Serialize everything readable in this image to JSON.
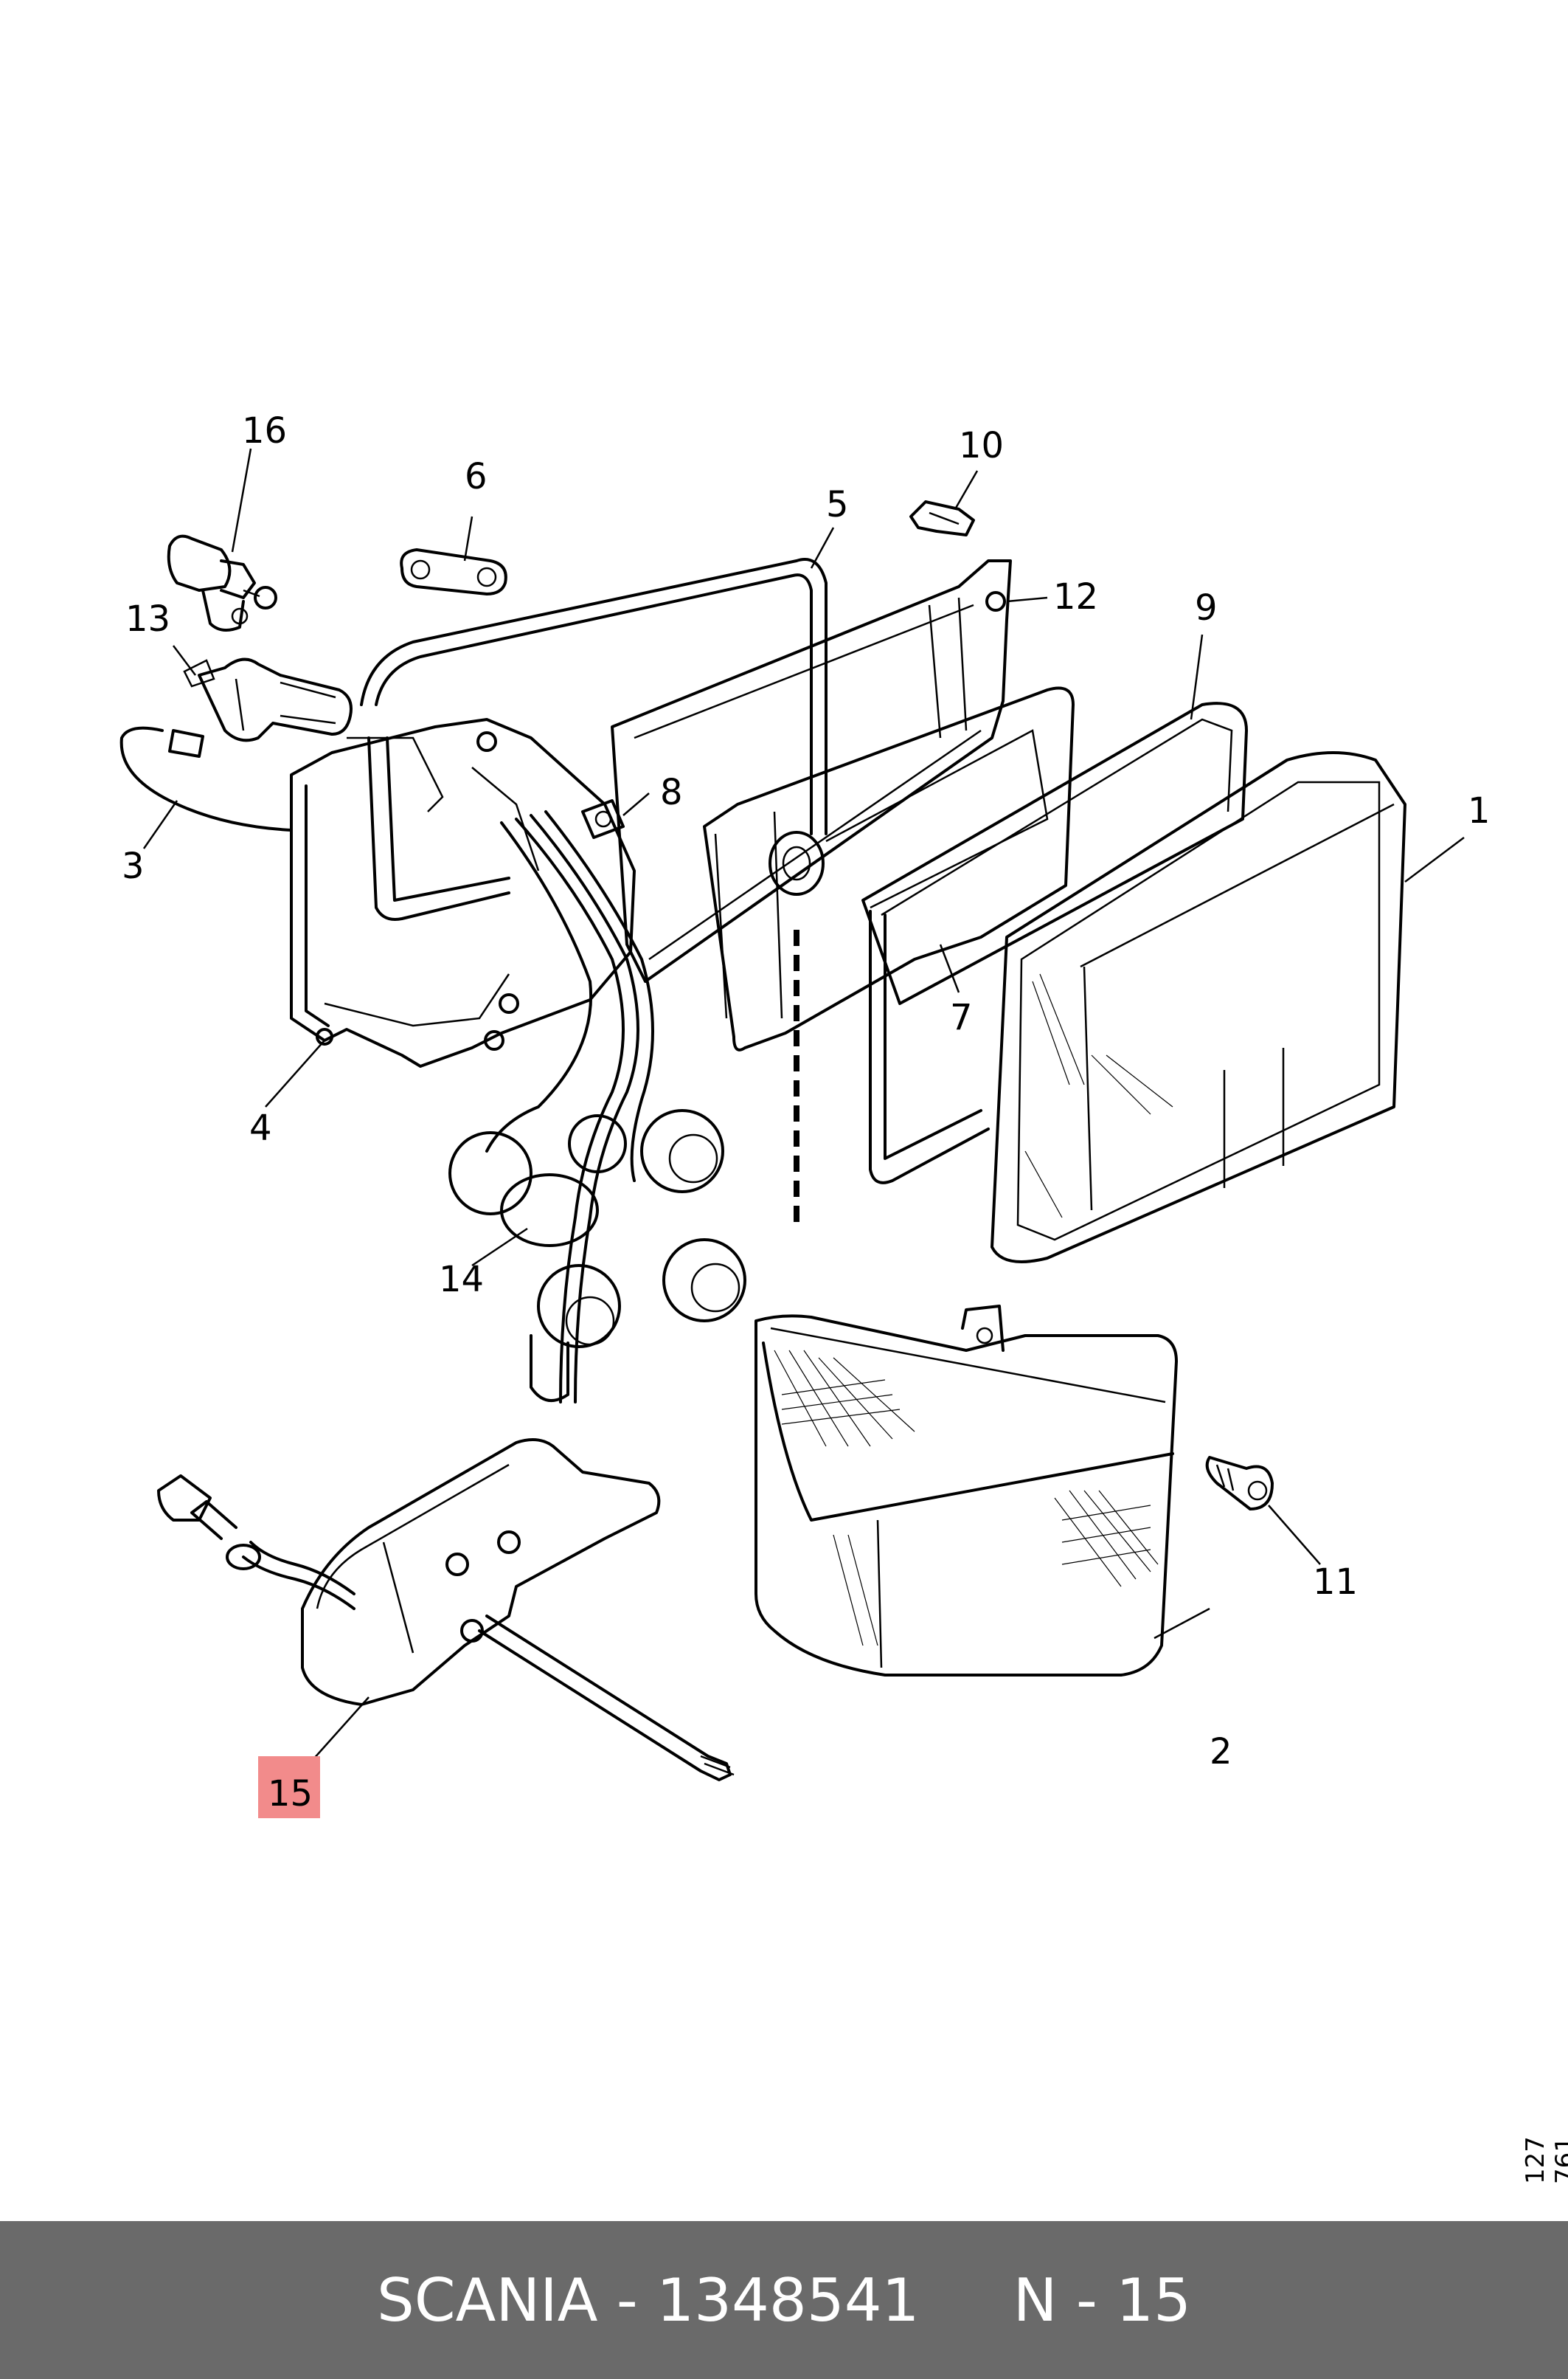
{
  "callouts": {
    "c1": "1",
    "c2": "2",
    "c3": "3",
    "c4": "4",
    "c5": "5",
    "c6": "6",
    "c7": "7",
    "c8": "8",
    "c9": "9",
    "c10": "10",
    "c11": "11",
    "c12": "12",
    "c13": "13",
    "c14": "14",
    "c15": "15",
    "c16": "16"
  },
  "highlight": {
    "label": "15",
    "color": "#f28b8b"
  },
  "drawing_code": "127 761",
  "footer": {
    "text": "SCANIA - 1348541     N - 15",
    "background": "#6a6a6a",
    "text_color": "#ffffff"
  }
}
